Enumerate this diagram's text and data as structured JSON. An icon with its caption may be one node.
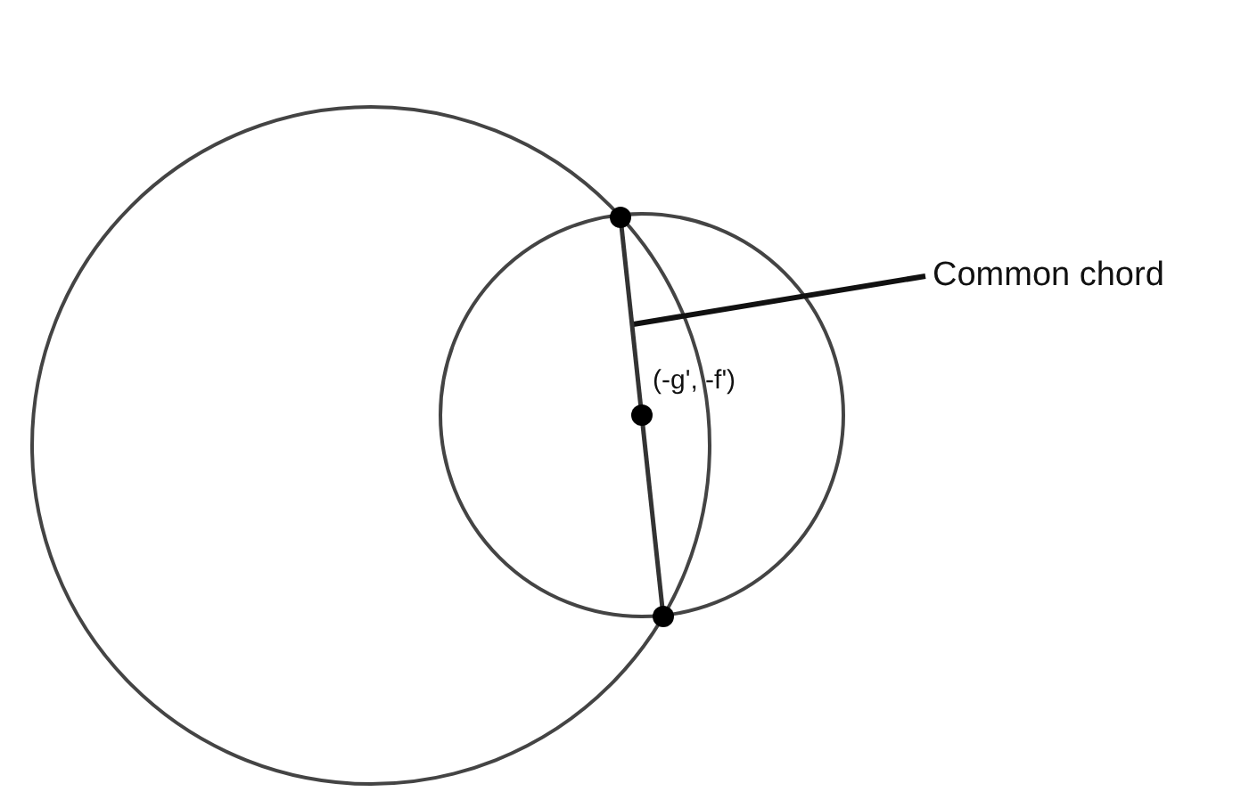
{
  "diagram": {
    "nodes": [
      {
        "text": [
          "Common chord"
        ]
      },
      {
        "text": [],
        "shape": "line"
      }
    ],
    "edges": [
      {
        "from": 0,
        "to": 1,
        "arrow": "none"
      }
    ],
    "labels": [
      "(-g', -f')"
    ]
  }
}
